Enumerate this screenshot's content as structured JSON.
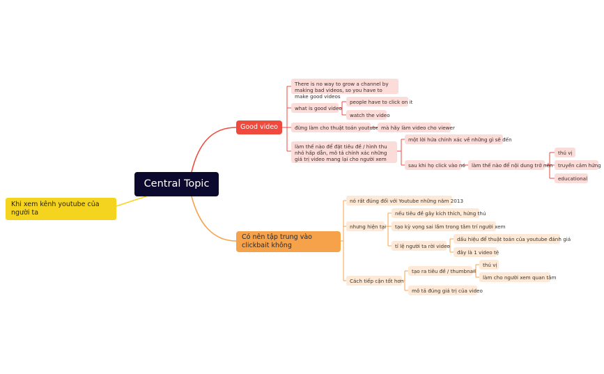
{
  "central_topic": "Central Topic",
  "floating_topic": "Khi xem kênh youtube của người ta",
  "branch_good": {
    "label": "Good video",
    "color": "#f0493d",
    "n1": "There is no way to grow a channel by making bad videos, so you have to make good videos",
    "n2": "what is good video",
    "n2a": "people have to click on it",
    "n2b": "watch the video",
    "n3": "đừng làm cho thuật toán youtube",
    "n3a": "mà hãy làm video cho viewer",
    "n4": "làm thế nào để đặt tiêu đề / hình thu nhỏ hấp dẫn, mô tả chính xác những giá trị video mang lại cho người xem",
    "n4a": "một lời hứa chính xác về những gì sẽ đến",
    "n4b": "sau khi họ click vào nó",
    "n4b1": "làm thế nào để nội dung trở nên",
    "n4b1a": "thú vị",
    "n4b1b": "truyền cảm hứng",
    "n4b1c": "educational"
  },
  "branch_clickbait": {
    "label": "Có nên tập trung vào clickbait không",
    "color": "#f6a24a",
    "n1": "nó rất đúng đối với Youtube những năm 2013",
    "n2": "nhưng hiện tại",
    "n2a": "nếu tiêu đề gây kích thích, hứng thú",
    "n2b": "tạo kỳ vọng sai lầm trong tâm trí người xem",
    "n2c": "tỉ lệ người ta rời video",
    "n2c1": "dấu hiệu để thuật toán của youtube đánh giá",
    "n2c2": "đây là 1 video tệ",
    "n3": "Cách tiếp cận tốt hơn",
    "n3a": "tạo ra tiêu đề / thumbnail",
    "n3a1": "thú vị",
    "n3a2": "làm cho người xem quan tâm",
    "n3b": "mô tả đúng giá trị của video"
  }
}
